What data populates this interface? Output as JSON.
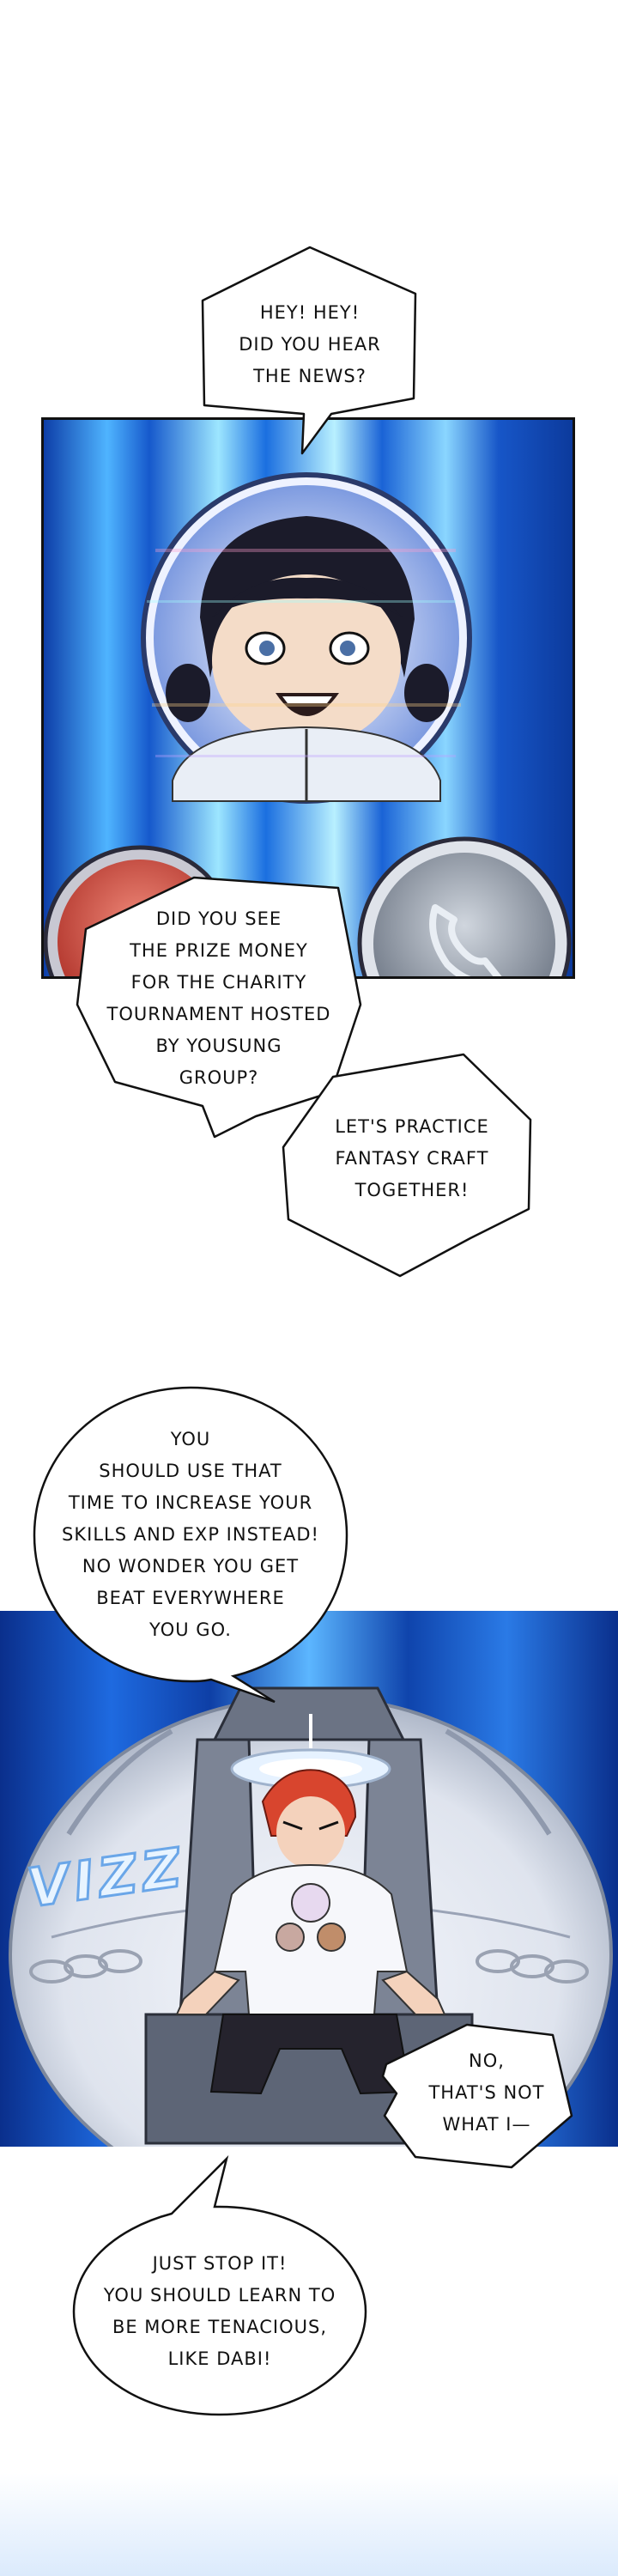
{
  "bubbles": {
    "hey_news": {
      "lines": [
        "HEY! HEY!",
        "DID YOU HEAR",
        "THE NEWS?"
      ]
    },
    "prize_money": {
      "lines": [
        "DID YOU SEE",
        "THE PRIZE MONEY",
        "FOR THE CHARITY",
        "TOURNAMENT HOSTED",
        "BY YOUSUNG",
        "GROUP?"
      ]
    },
    "practice": {
      "lines": [
        "LET'S PRACTICE",
        "FANTASY CRAFT",
        "TOGETHER!"
      ]
    },
    "use_time": {
      "lines": [
        "YOU",
        "SHOULD USE THAT",
        "TIME TO INCREASE YOUR",
        "SKILLS AND EXP INSTEAD!",
        "NO WONDER YOU GET",
        "BEAT EVERYWHERE",
        "YOU GO."
      ]
    },
    "not_what": {
      "lines": [
        "NO,",
        "THAT'S NOT",
        "WHAT I—"
      ]
    },
    "stop_it": {
      "lines": [
        "JUST STOP IT!",
        "YOU SHOULD LEARN TO",
        "BE MORE TENACIOUS,",
        "LIKE DABI!"
      ]
    }
  },
  "sfx": {
    "text": "VIZZ"
  },
  "colors": {
    "panel_blue": "#1565d8",
    "panel_light": "#8fd8ff",
    "ink": "#111111",
    "hair": "#d8452e"
  }
}
